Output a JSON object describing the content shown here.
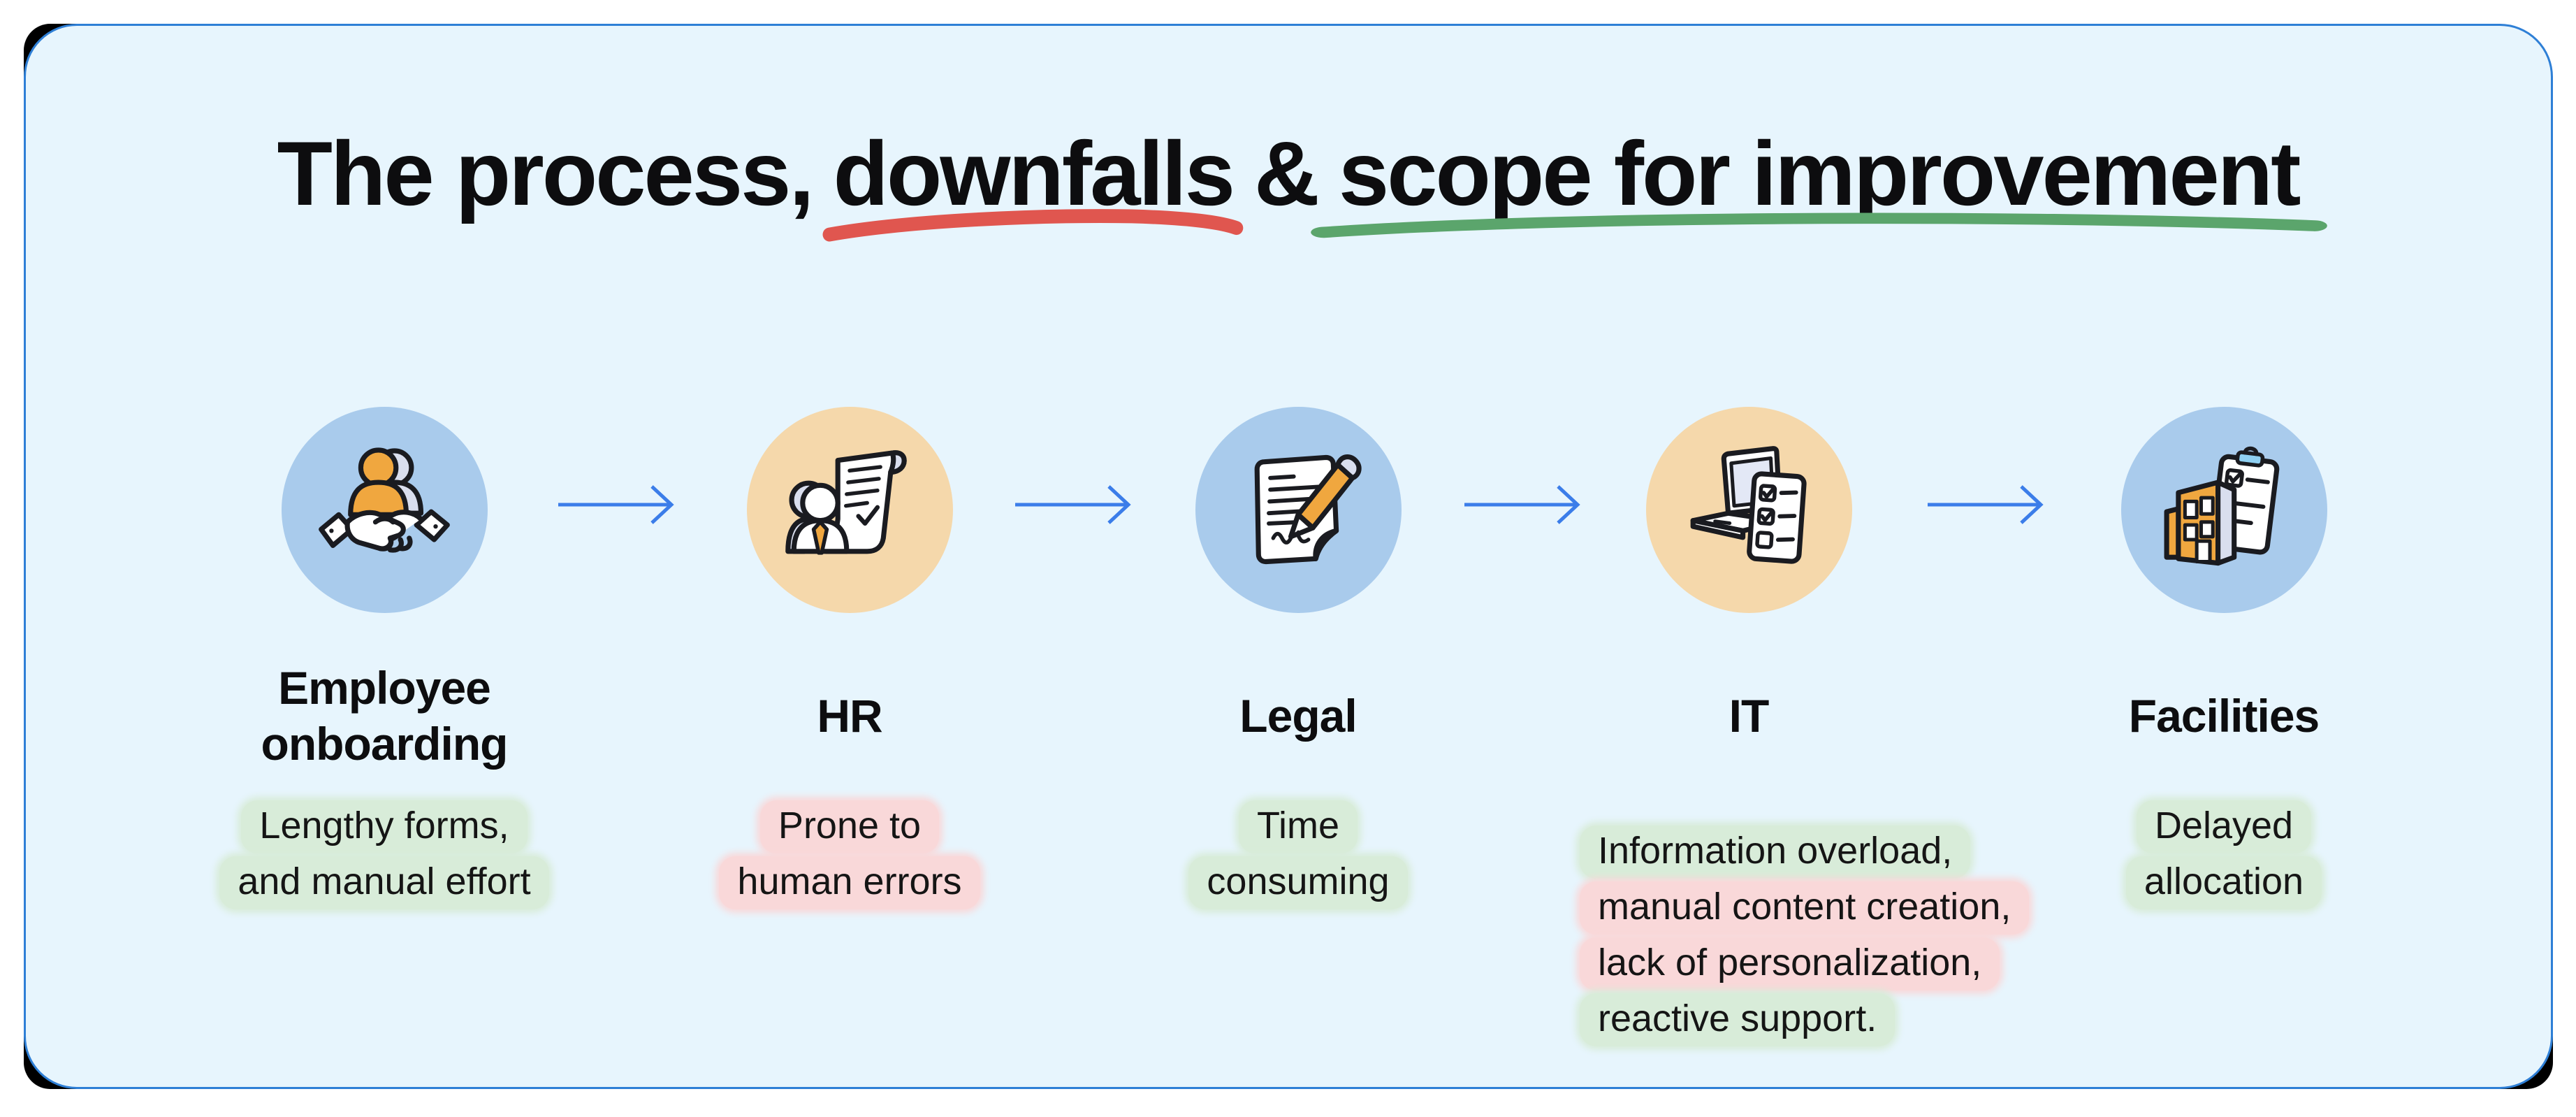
{
  "title": {
    "part1": "The process,",
    "part2": "downfalls",
    "part3": "&",
    "part4": "scope for improvement"
  },
  "stages": [
    {
      "name": "Employee onboarding",
      "icon": "person-handshake-icon",
      "circle_color": "blue",
      "lines": [
        {
          "text": "Lengthy forms,",
          "highlight": "green"
        },
        {
          "text": "and manual effort",
          "highlight": "green"
        }
      ]
    },
    {
      "name": "HR",
      "icon": "person-document-icon",
      "circle_color": "tan",
      "lines": [
        {
          "text": "Prone to",
          "highlight": "pink"
        },
        {
          "text": "human errors",
          "highlight": "pink"
        }
      ]
    },
    {
      "name": "Legal",
      "icon": "contract-signing-icon",
      "circle_color": "blue",
      "lines": [
        {
          "text": "Time",
          "highlight": "green"
        },
        {
          "text": "consuming",
          "highlight": "green"
        }
      ]
    },
    {
      "name": "IT",
      "icon": "laptop-checklist-icon",
      "circle_color": "tan",
      "lines": [
        {
          "text": "Information overload,",
          "highlight": "green"
        },
        {
          "text": "manual content creation,",
          "highlight": "pink"
        },
        {
          "text": "lack of personalization,",
          "highlight": "pink"
        },
        {
          "text": "reactive support.",
          "highlight": "green"
        }
      ]
    },
    {
      "name": "Facilities",
      "icon": "building-clipboard-icon",
      "circle_color": "blue",
      "lines": [
        {
          "text": "Delayed",
          "highlight": "green"
        },
        {
          "text": "allocation",
          "highlight": "green"
        }
      ]
    }
  ],
  "colors": {
    "card_background": "#e7f5fd",
    "card_border": "#2e7fd6",
    "frame_corner": "#000000",
    "arrow": "#3b7de9",
    "circle_blue": "#a9cbec",
    "circle_tan": "#f5d8ab",
    "underline_red": "#e0564f",
    "underline_green": "#5ba56c",
    "highlight_green": "#d8ecd9",
    "highlight_pink": "#f9d8d9",
    "illustration_orange": "#f0a73f"
  }
}
